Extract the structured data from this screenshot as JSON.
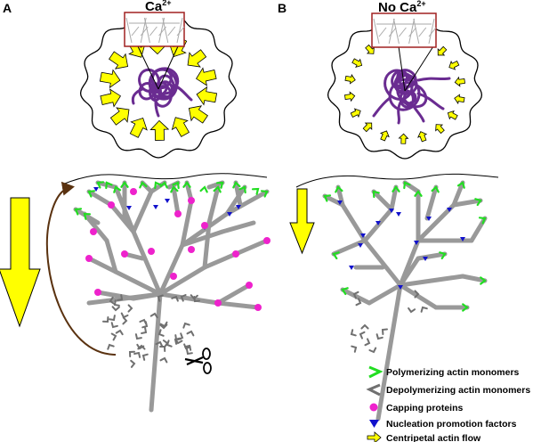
{
  "panels": [
    {
      "letter": "A",
      "condition": "Ca",
      "superscript": "2+"
    },
    {
      "letter": "B",
      "condition": "No Ca",
      "superscript": "2+"
    }
  ],
  "legend": [
    {
      "label": "Polymerizing actin monomers",
      "icon": "green-chevron-icon",
      "color": "#22dd22"
    },
    {
      "label": "Depolymerizing actin monomers",
      "icon": "gray-chevron-icon",
      "color": "#707070"
    },
    {
      "label": "Capping proteins",
      "icon": "magenta-dot-icon",
      "color": "#ee22cc"
    },
    {
      "label": "Nucleation promotion factors",
      "icon": "blue-triangle-icon",
      "color": "#1111cc"
    },
    {
      "label": "Centripetal actin flow",
      "icon": "yellow-arrow-icon",
      "color": "#ffff00"
    }
  ],
  "colors": {
    "actin_filament": "#999999",
    "polymerizing": "#22dd22",
    "depolymerizing": "#707070",
    "capping": "#ee22cc",
    "nucleation": "#1111cc",
    "flow_arrow": "#ffff00",
    "nucleus": "#6a2c91",
    "zoom_box": "#a02020",
    "recycle_arrow": "#5a3210"
  }
}
